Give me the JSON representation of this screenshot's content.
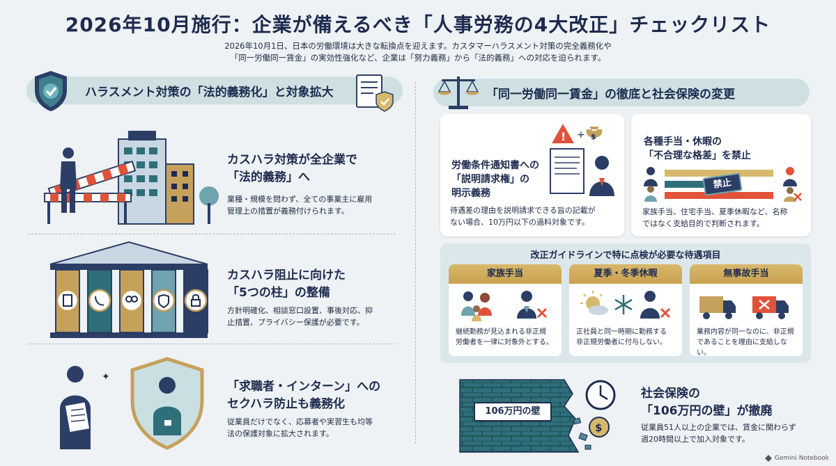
{
  "title": "2026年10月施行：企業が備えるべき「人事労務の4大改正」チェックリスト",
  "lead": [
    "2026年10月1日、日本の労働環境は大きな転換点を迎えます。カスタマーハラスメント対策の完全義務化や",
    "「同一労働同一賃金」の実効性強化など、企業は「努力義務」から「法的義務」への対応を迫られます。"
  ],
  "left": {
    "banner": "ハラスメント対策の「法的義務化」と対象拡大",
    "items": [
      {
        "title_lines": [
          "カスハラ対策が全企業で",
          "「法的義務」へ"
        ],
        "desc_lines": [
          "業種・規模を問わず、全ての事業主に雇用",
          "管理上の措置が義務付けられます。"
        ]
      },
      {
        "title_lines": [
          "カスハラ阻止に向けた",
          "「5つの柱」の整備"
        ],
        "desc_lines": [
          "方針明確化、相談窓口設置、事後対応、抑",
          "止措置、プライバシー保護が必要です。"
        ]
      },
      {
        "title_lines": [
          "「求職者・インターン」への",
          "セクハラ防止も義務化"
        ],
        "desc_lines": [
          "従業員だけでなく、応募者や実習生も均等",
          "法の保護対象に拡大されます。"
        ]
      }
    ]
  },
  "right": {
    "banner": "「同一労働同一賃金」の徹底と社会保険の変更",
    "card1": {
      "title_lines": [
        "労働条件通知書への",
        "「説明請求権」の",
        "明示義務"
      ],
      "desc_lines": [
        "待遇差の理由を説明請求できる旨の記載が",
        "ない場合、10万円以下の過料対象です。"
      ]
    },
    "card2": {
      "title_lines": [
        "各種手当・休暇の",
        "「不合理な格差」を禁止"
      ],
      "stamp": "禁止",
      "desc_lines": [
        "家族手当、住宅手当、夏季休暇など、名称",
        "ではなく支給目的で判断されます。"
      ]
    },
    "guide": {
      "title": "改正ガイドラインで特に点検が必要な待遇項目",
      "items": [
        {
          "head": "家族手当",
          "desc_lines": [
            "継続勤務が見込まれる非正規",
            "労働者を一律に対象外とする。"
          ]
        },
        {
          "head": "夏季・冬季休暇",
          "desc_lines": [
            "正社員と同一時期に勤務する",
            "非正規労働者に付与しない。"
          ]
        },
        {
          "head": "無事故手当",
          "desc_lines": [
            "業務内容が同一なのに、非正規",
            "であることを理由に支給しない。"
          ]
        }
      ]
    },
    "wall": {
      "label": "106万円の壁",
      "title_lines": [
        "社会保険の",
        "「106万円の壁」が撤廃"
      ],
      "desc_lines": [
        "従業員51人以上の企業では、賃金に関わらず",
        "週20時間以上で加入対象です。"
      ]
    }
  },
  "watermark": "Gemini Notebook",
  "colors": {
    "navy": "#1d2b4f",
    "teal": "#2f6f7a",
    "gold": "#c9a150",
    "red": "#e0533a",
    "banner": "#cfe0e2"
  }
}
